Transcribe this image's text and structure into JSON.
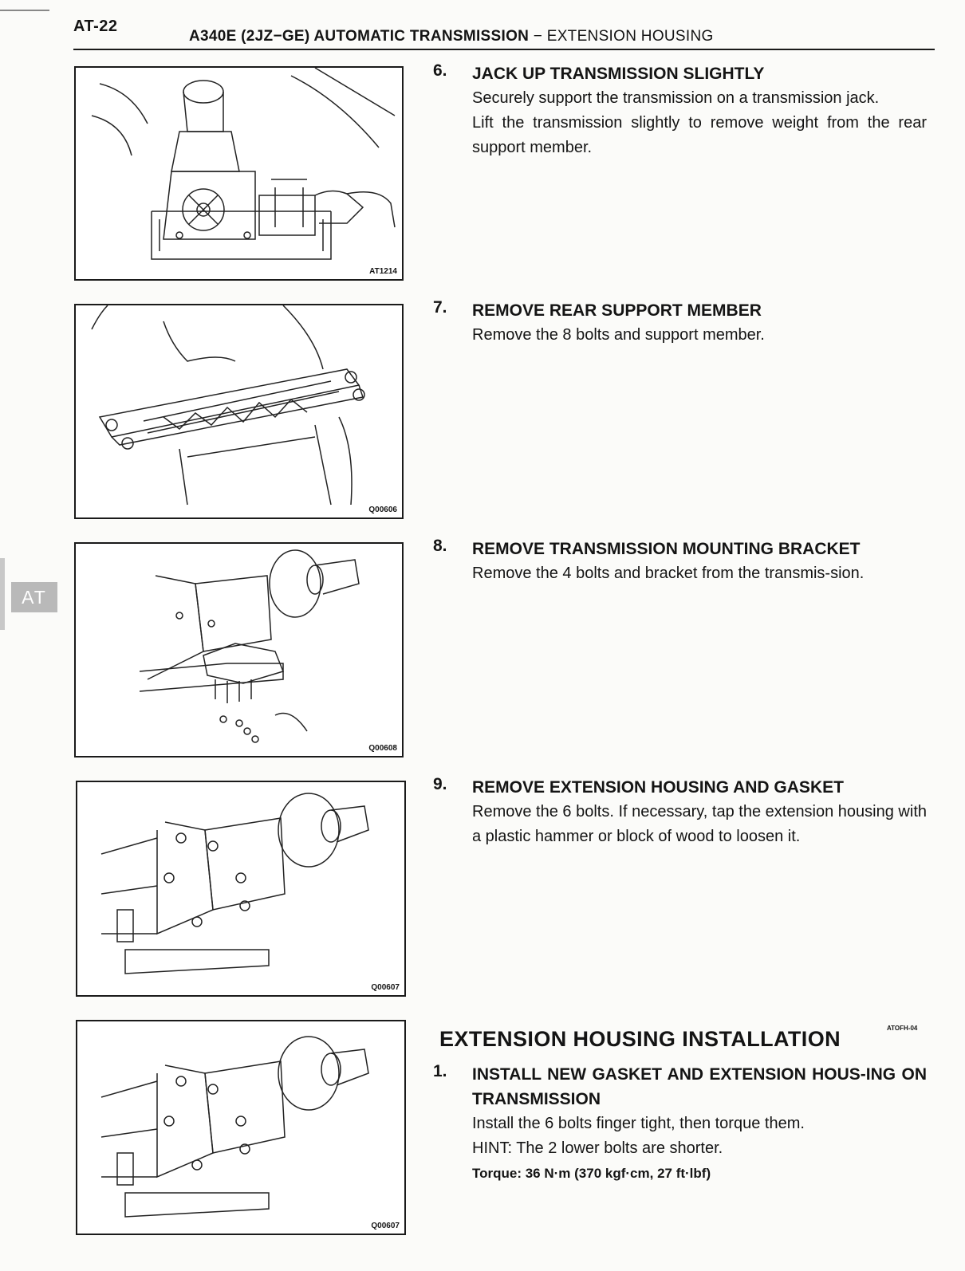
{
  "header": {
    "page_number": "AT-22",
    "model": "A340E (2JZ−GE) AUTOMATIC TRANSMISSION",
    "separator": " − ",
    "section": "EXTENSION HOUSING"
  },
  "side_tab": {
    "label": "AT"
  },
  "figures": [
    {
      "code": "AT1214"
    },
    {
      "code": "Q00606"
    },
    {
      "code": "Q00608"
    },
    {
      "code": "Q00607"
    },
    {
      "code": "Q00607"
    }
  ],
  "steps": [
    {
      "number": "6.",
      "heading": "JACK UP TRANSMISSION SLIGHTLY",
      "paragraphs": [
        "Securely support the transmission on a transmission jack.",
        "Lift the transmission slightly to remove weight from the rear support member."
      ]
    },
    {
      "number": "7.",
      "heading": "REMOVE REAR SUPPORT MEMBER",
      "paragraphs": [
        "Remove the 8 bolts and support member."
      ]
    },
    {
      "number": "8.",
      "heading": "REMOVE TRANSMISSION MOUNTING BRACKET",
      "paragraphs": [
        "Remove the 4 bolts and bracket from the transmis-sion."
      ]
    },
    {
      "number": "9.",
      "heading": "REMOVE EXTENSION HOUSING AND GASKET",
      "paragraphs": [
        "Remove the 6 bolts. If necessary, tap the extension housing with a plastic hammer or block of wood to loosen it."
      ]
    }
  ],
  "installation": {
    "title": "EXTENSION HOUSING INSTALLATION",
    "code": "ATOFH-04",
    "step": {
      "number": "1.",
      "heading": "INSTALL NEW GASKET AND EXTENSION HOUS-ING ON TRANSMISSION",
      "paragraphs": [
        "Install the 6 bolts finger tight, then torque them.",
        "HINT: The 2 lower bolts are shorter."
      ],
      "torque": "Torque: 36 N·m (370 kgf·cm, 27 ft·lbf)"
    }
  }
}
